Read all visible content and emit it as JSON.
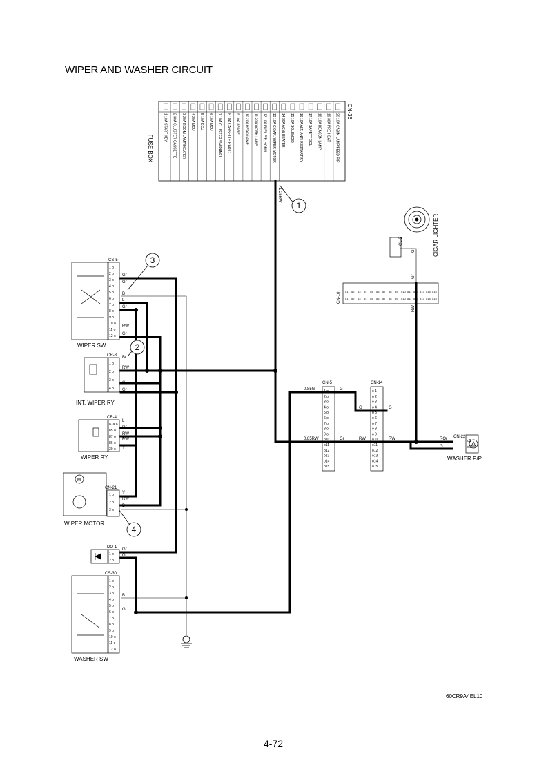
{
  "title": "WIPER AND WASHER CIRCUIT",
  "page_number": "4-72",
  "figure_code": "60CR9A4EL10",
  "fuse_box": {
    "label": "FUSE BOX",
    "connector": "CN-36",
    "fuses": [
      {
        "no": "1",
        "amp": "10A",
        "name": "START KEY"
      },
      {
        "no": "2",
        "amp": "30A",
        "name": "CLUSTER CASSETTE"
      },
      {
        "no": "3",
        "amp": "20A",
        "name": "ROOM LAMP/HEATER"
      },
      {
        "no": "4",
        "amp": "20A",
        "name": "MCU"
      },
      {
        "no": "5",
        "amp": "10A",
        "name": "ECU"
      },
      {
        "no": "6",
        "amp": "10A",
        "name": "MCU"
      },
      {
        "no": "7",
        "amp": "10A",
        "name": "CLUSTER SW PANEL"
      },
      {
        "no": "8",
        "amp": "10A",
        "name": "CASSETTE RADIO"
      },
      {
        "no": "9",
        "amp": "10A",
        "name": "SPARE"
      },
      {
        "no": "10",
        "amp": "20A",
        "name": "HEAD LAMP"
      },
      {
        "no": "11",
        "amp": "20A",
        "name": "WORK LAMP"
      },
      {
        "no": "12",
        "amp": "10A",
        "name": "FUEL P/P, HORN"
      },
      {
        "no": "13",
        "amp": "10A",
        "name": "CIGAR, WIPER MOTOR"
      },
      {
        "no": "14",
        "amp": "30A",
        "name": "AC & HEATER"
      },
      {
        "no": "15",
        "amp": "10A",
        "name": "SOLENOID"
      },
      {
        "no": "16",
        "amp": "10A",
        "name": "ALT, ANTI RESTART RY"
      },
      {
        "no": "17",
        "amp": "10A",
        "name": "SAFETY SOL"
      },
      {
        "no": "18",
        "amp": "10A",
        "name": "BEACON LAMP"
      },
      {
        "no": "19",
        "amp": "30A",
        "name": "PRE HEAT"
      },
      {
        "no": "20",
        "amp": "10A",
        "name": "CABIN LAMP/FEED P/P"
      }
    ],
    "wire": "1.25RW"
  },
  "callouts": [
    "1",
    "2",
    "3",
    "4"
  ],
  "components": {
    "wiper_sw": {
      "name": "WIPER SW",
      "connector": "CS-5"
    },
    "int_wiper_ry": {
      "name": "INT. WIPER RY",
      "connector": "CR-8"
    },
    "wiper_ry": {
      "name": "WIPER RY",
      "connector": "CR-4"
    },
    "wiper_motor": {
      "name": "WIPER MOTOR",
      "connector": "CN-21"
    },
    "diode": {
      "connector": "DO-1"
    },
    "washer_sw": {
      "name": "WASHER SW",
      "connector": "CS-30"
    },
    "cigar_lighter": {
      "name": "CIGAR LIGHTER",
      "connector": "CL-2"
    },
    "washer_pp": {
      "name": "WASHER P/P",
      "connector": "CN-22"
    },
    "cn5": {
      "connector": "CN-5"
    },
    "cn14": {
      "connector": "CN-14"
    },
    "cn10": {
      "connector": "CN-10"
    }
  },
  "wire_colors": {
    "gr": "Gr",
    "b": "B",
    "br": "Br",
    "rw": "RW",
    "g": "G",
    "y": "Y",
    "l": "L",
    "g085": "0.85G",
    "rw085": "0.85RW",
    "ror": "ROr"
  }
}
